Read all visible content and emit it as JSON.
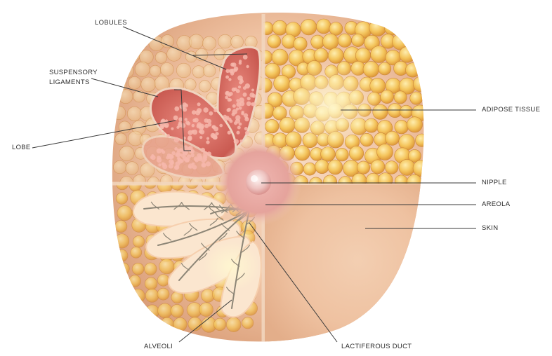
{
  "labels": {
    "lobules": "LOBULES",
    "suspensory_line1": "SUSPENSORY",
    "suspensory_line2": "LIGAMENTS",
    "lobe": "LOBE",
    "adipose_tissue": "ADIPOSE TISSUE",
    "nipple": "NIPPLE",
    "areola": "AREOLA",
    "skin": "SKIN",
    "alveoli": "ALVEOLI",
    "lactiferous_duct": "LACTIFEROUS DUCT"
  },
  "colors": {
    "skin_light": "#f6d3b8",
    "skin_mid": "#e9b592",
    "skin_dark": "#d99a74",
    "fat_light": "#fbe08a",
    "fat_dark": "#e8a63c",
    "lobe_pink": "#e07a70",
    "lobe_dot": "#f4b0a6",
    "areola": "#e9a7a0",
    "nipple": "#f2c7c4",
    "duct": "#8c8576",
    "alveoli_light": "#fbe6cf",
    "leader_line": "#3a3a3a"
  }
}
